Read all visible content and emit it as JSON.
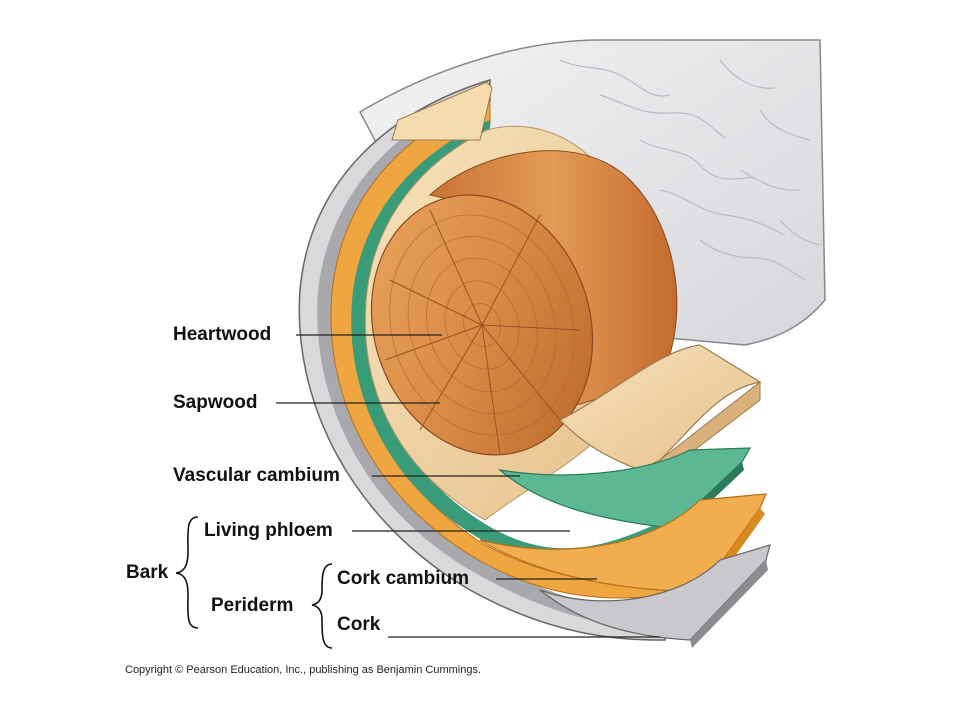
{
  "labels": {
    "heartwood": "Heartwood",
    "sapwood": "Sapwood",
    "vascular_cambium": "Vascular cambium",
    "living_phloem": "Living phloem",
    "bark": "Bark",
    "periderm": "Periderm",
    "cork_cambium": "Cork cambium",
    "cork": "Cork"
  },
  "copyright": "Copyright © Pearson Education, Inc., publishing as Benjamin Cummings.",
  "colors": {
    "heartwood": "#d98a45",
    "sapwood": "#f1d7a6",
    "vascular_cambium": "#3a9b78",
    "living_phloem": "#f0a640",
    "cork_cambium": "#b8b8b8",
    "cork": "#e9e7e3",
    "outline": "#555555"
  }
}
